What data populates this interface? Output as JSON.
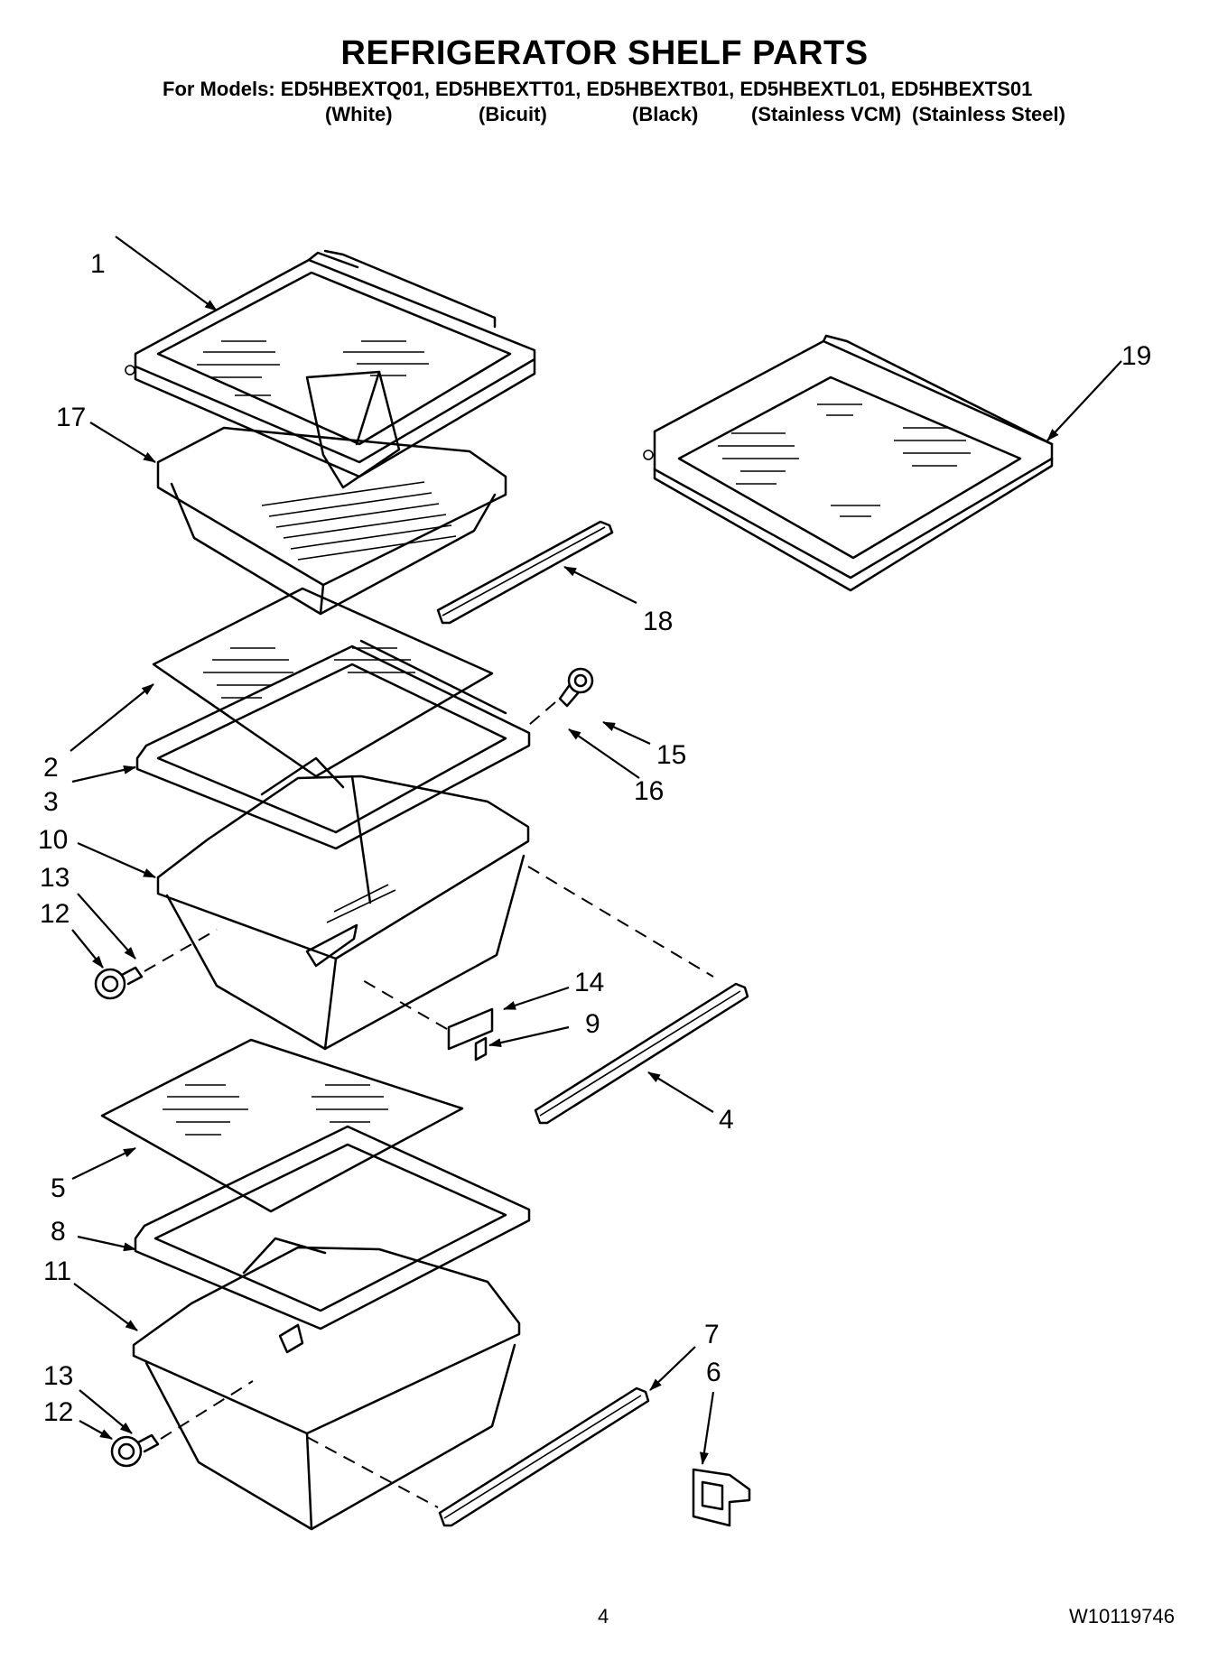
{
  "header": {
    "title": "REFRIGERATOR SHELF PARTS",
    "models_line": "For Models: ED5HBEXTQ01, ED5HBEXTT01, ED5HBEXTB01, ED5HBEXTL01, ED5HBEXTS01",
    "colors": [
      "(White)",
      "(Bicuit)",
      "(Black)",
      "(Stainless VCM)",
      "(Stainless Steel)"
    ]
  },
  "callouts": {
    "c1": "1",
    "c17": "17",
    "c19": "19",
    "c18": "18",
    "c2": "2",
    "c3": "3",
    "c15": "15",
    "c16": "16",
    "c10": "10",
    "c13a": "13",
    "c12a": "12",
    "c14": "14",
    "c9": "9",
    "c4": "4",
    "c5": "5",
    "c8": "8",
    "c11": "11",
    "c7": "7",
    "c6": "6",
    "c13b": "13",
    "c12b": "12"
  },
  "footer": {
    "page_number": "4",
    "doc_number": "W10119746"
  }
}
